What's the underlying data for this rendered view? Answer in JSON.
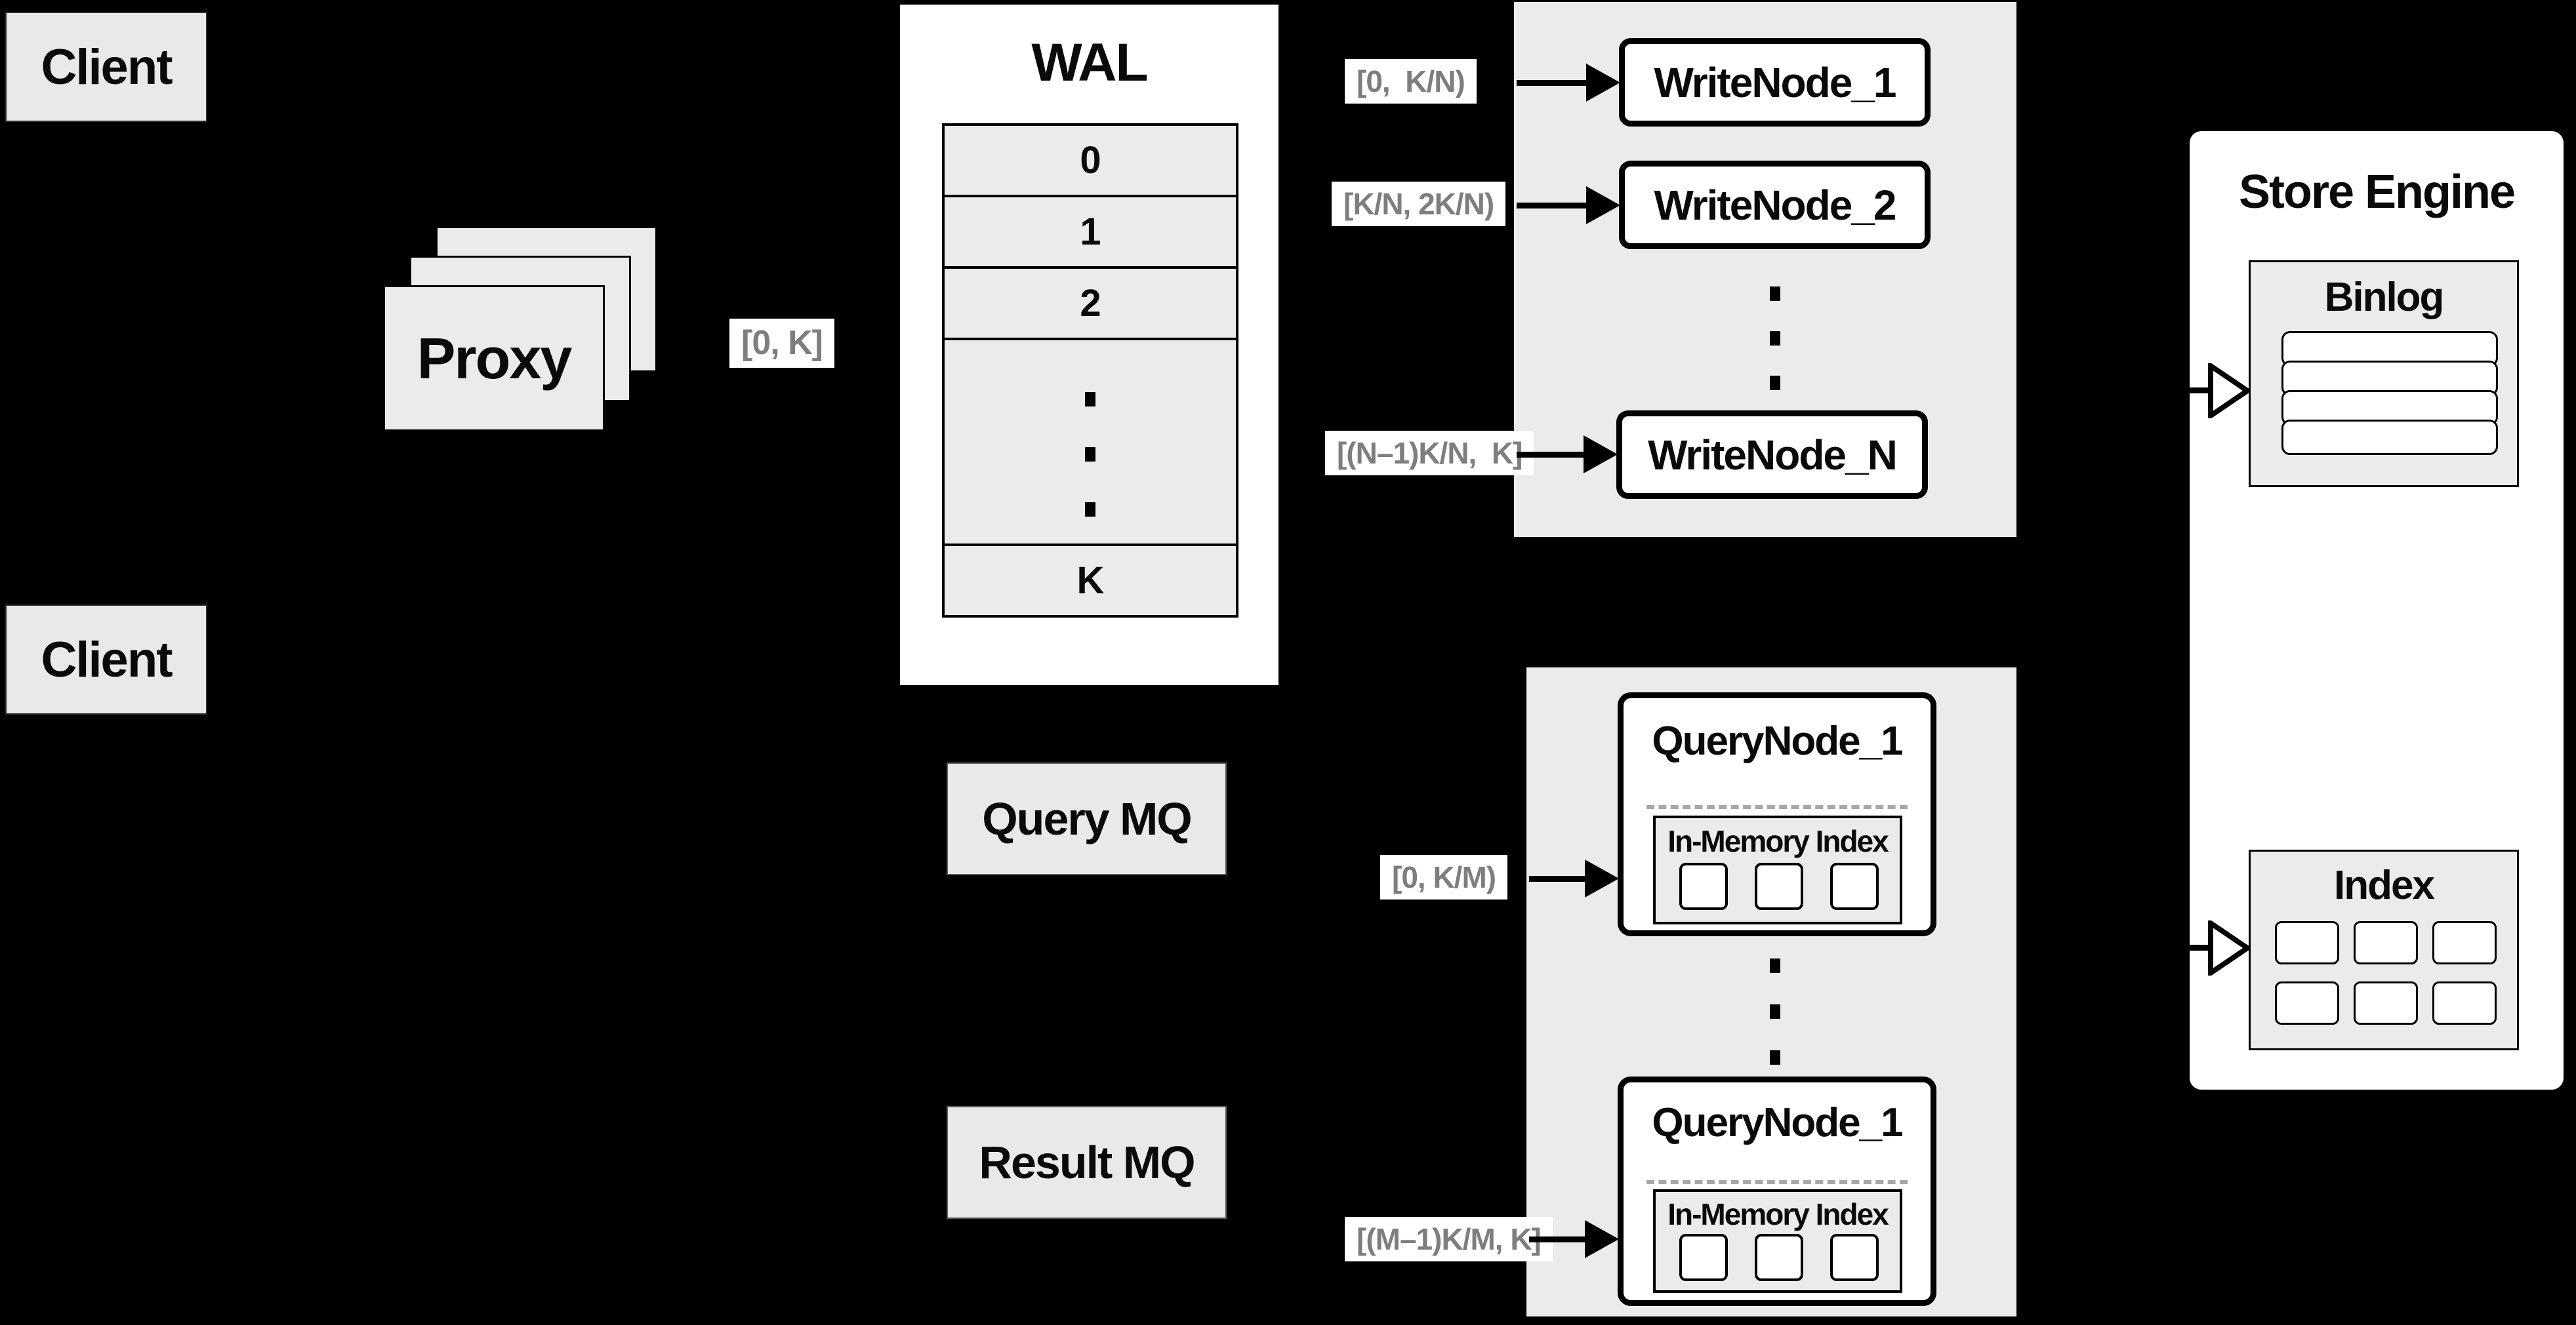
{
  "colors": {
    "background": "#000000",
    "panel_gray": "#ebebeb",
    "box_white": "#ffffff",
    "border_black": "#000000",
    "label_text_gray": "#7e7e7e",
    "dashed_divider_gray": "#a8a8a8"
  },
  "clients": {
    "top_label": "Client",
    "bottom_label": "Client"
  },
  "proxy": {
    "label": "Proxy",
    "range_label": "[0, K]"
  },
  "wal": {
    "title": "WAL",
    "rows": [
      "0",
      "1",
      "2"
    ],
    "last_row": "K"
  },
  "write_nodes": {
    "items": [
      {
        "range": "[0,  K/N)",
        "name": "WriteNode_1"
      },
      {
        "range": "[K/N, 2K/N)",
        "name": "WriteNode_2"
      },
      {
        "range": "[(N–1)K/N,  K]",
        "name": "WriteNode_N"
      }
    ]
  },
  "store_engine": {
    "title": "Store Engine",
    "binlog_title": "Binlog",
    "index_title": "Index"
  },
  "query_mq": {
    "label": "Query MQ"
  },
  "result_mq": {
    "label": "Result MQ"
  },
  "query_nodes": {
    "items": [
      {
        "range": "[0, K/M)",
        "name": "QueryNode_1",
        "inmem_title": "In-Memory Index"
      },
      {
        "range": "[(M–1)K/M, K]",
        "name": "QueryNode_1",
        "inmem_title": "In-Memory Index"
      }
    ]
  }
}
